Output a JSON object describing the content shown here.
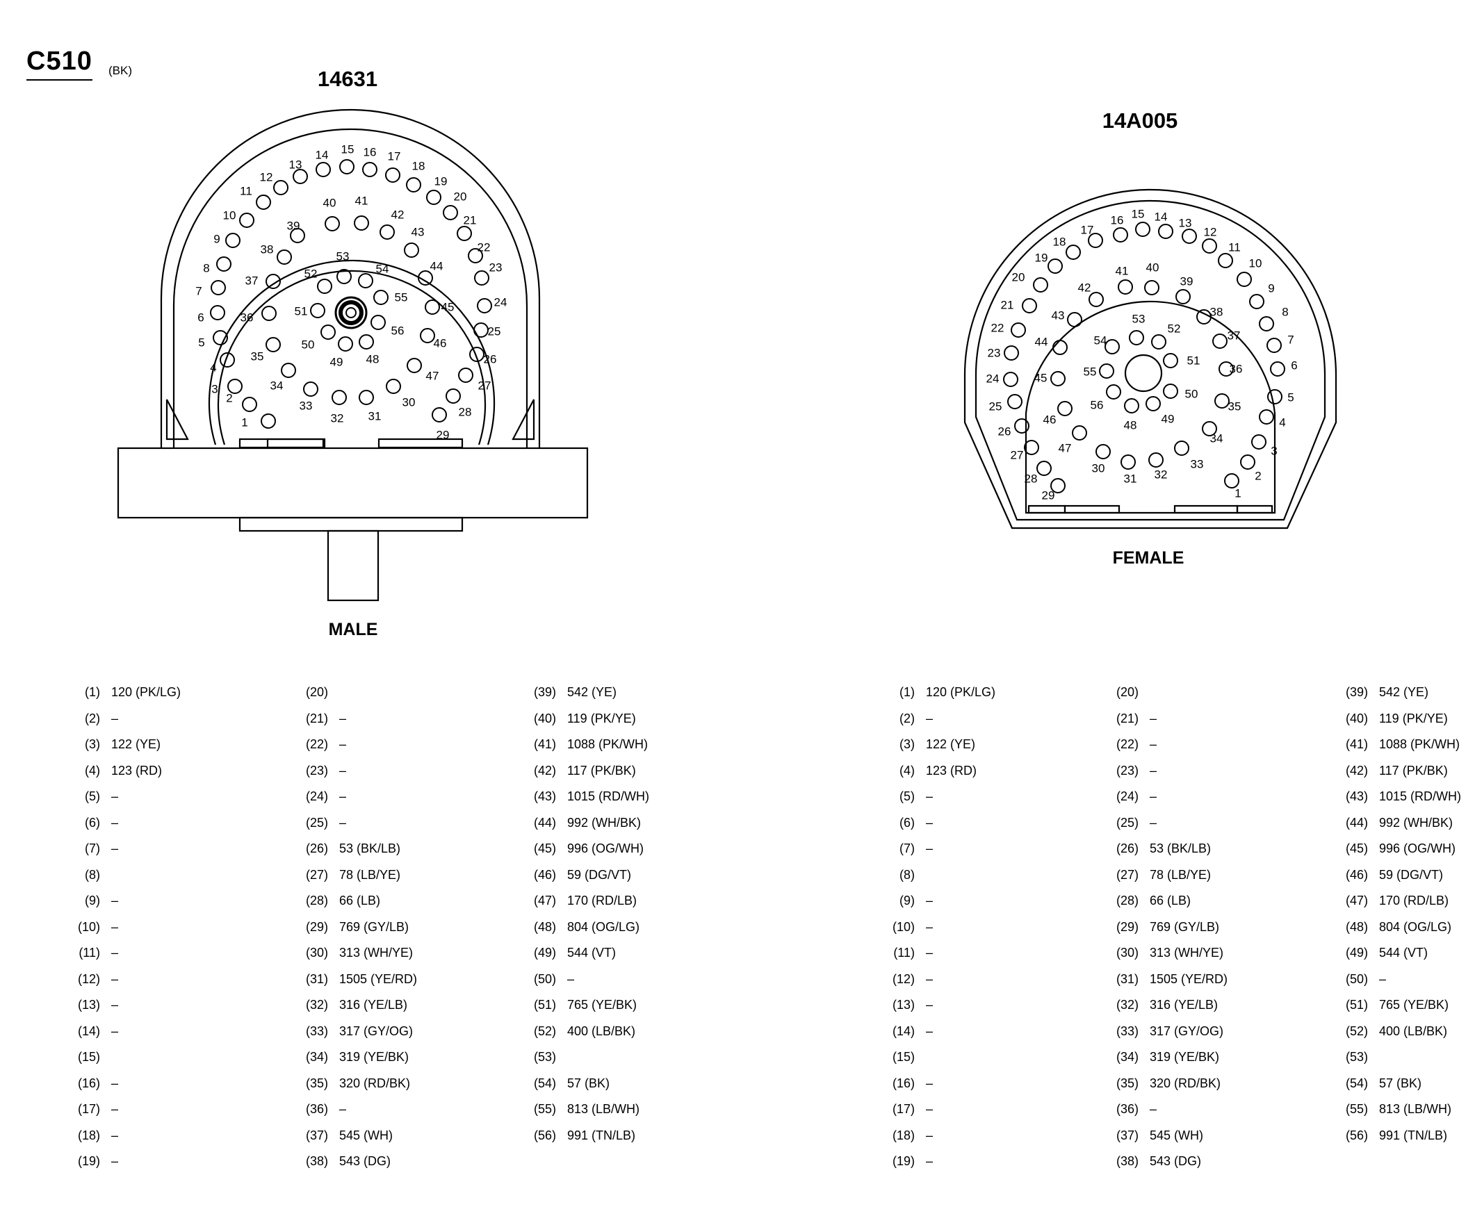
{
  "header": {
    "connector_id": "C510",
    "connector_color": "(BK)"
  },
  "connectors": {
    "male": {
      "part_number": "14631",
      "label": "MALE"
    },
    "female": {
      "part_number": "14A005",
      "label": "FEMALE"
    }
  },
  "pin_labels": [
    "1",
    "2",
    "3",
    "4",
    "5",
    "6",
    "7",
    "8",
    "9",
    "10",
    "11",
    "12",
    "13",
    "14",
    "15",
    "16",
    "17",
    "18",
    "19",
    "20",
    "21",
    "22",
    "23",
    "24",
    "25",
    "26",
    "27",
    "28",
    "29",
    "30",
    "31",
    "32",
    "33",
    "34",
    "35",
    "36",
    "37",
    "38",
    "39",
    "40",
    "41",
    "42",
    "43",
    "44",
    "45",
    "46",
    "47",
    "48",
    "49",
    "50",
    "51",
    "52",
    "53",
    "54",
    "55",
    "56"
  ],
  "pinouts": [
    {
      "pin": "(1)",
      "wire": "120 (PK/LG)"
    },
    {
      "pin": "(2)",
      "wire": "–"
    },
    {
      "pin": "(3)",
      "wire": "122 (YE)"
    },
    {
      "pin": "(4)",
      "wire": "123 (RD)"
    },
    {
      "pin": "(5)",
      "wire": "–"
    },
    {
      "pin": "(6)",
      "wire": "–"
    },
    {
      "pin": "(7)",
      "wire": "–"
    },
    {
      "pin": "(8)",
      "wire": ""
    },
    {
      "pin": "(9)",
      "wire": "–"
    },
    {
      "pin": "(10)",
      "wire": "–"
    },
    {
      "pin": "(11)",
      "wire": "–"
    },
    {
      "pin": "(12)",
      "wire": "–"
    },
    {
      "pin": "(13)",
      "wire": "–"
    },
    {
      "pin": "(14)",
      "wire": "–"
    },
    {
      "pin": "(15)",
      "wire": ""
    },
    {
      "pin": "(16)",
      "wire": "–"
    },
    {
      "pin": "(17)",
      "wire": "–"
    },
    {
      "pin": "(18)",
      "wire": "–"
    },
    {
      "pin": "(19)",
      "wire": "–"
    },
    {
      "pin": "(20)",
      "wire": ""
    },
    {
      "pin": "(21)",
      "wire": "–"
    },
    {
      "pin": "(22)",
      "wire": "–"
    },
    {
      "pin": "(23)",
      "wire": "–"
    },
    {
      "pin": "(24)",
      "wire": "–"
    },
    {
      "pin": "(25)",
      "wire": "–"
    },
    {
      "pin": "(26)",
      "wire": "53 (BK/LB)"
    },
    {
      "pin": "(27)",
      "wire": "78 (LB/YE)"
    },
    {
      "pin": "(28)",
      "wire": "66 (LB)"
    },
    {
      "pin": "(29)",
      "wire": "769 (GY/LB)"
    },
    {
      "pin": "(30)",
      "wire": "313 (WH/YE)"
    },
    {
      "pin": "(31)",
      "wire": "1505 (YE/RD)"
    },
    {
      "pin": "(32)",
      "wire": "316 (YE/LB)"
    },
    {
      "pin": "(33)",
      "wire": "317 (GY/OG)"
    },
    {
      "pin": "(34)",
      "wire": "319 (YE/BK)"
    },
    {
      "pin": "(35)",
      "wire": "320 (RD/BK)"
    },
    {
      "pin": "(36)",
      "wire": "–"
    },
    {
      "pin": "(37)",
      "wire": "545 (WH)"
    },
    {
      "pin": "(38)",
      "wire": "543 (DG)"
    },
    {
      "pin": "(39)",
      "wire": "542 (YE)"
    },
    {
      "pin": "(40)",
      "wire": "119 (PK/YE)"
    },
    {
      "pin": "(41)",
      "wire": "1088 (PK/WH)"
    },
    {
      "pin": "(42)",
      "wire": "117 (PK/BK)"
    },
    {
      "pin": "(43)",
      "wire": "1015 (RD/WH)"
    },
    {
      "pin": "(44)",
      "wire": "992 (WH/BK)"
    },
    {
      "pin": "(45)",
      "wire": "996 (OG/WH)"
    },
    {
      "pin": "(46)",
      "wire": "59 (DG/VT)"
    },
    {
      "pin": "(47)",
      "wire": "170 (RD/LB)"
    },
    {
      "pin": "(48)",
      "wire": "804 (OG/LG)"
    },
    {
      "pin": "(49)",
      "wire": "544 (VT)"
    },
    {
      "pin": "(50)",
      "wire": "–"
    },
    {
      "pin": "(51)",
      "wire": "765 (YE/BK)"
    },
    {
      "pin": "(52)",
      "wire": "400 (LB/BK)"
    },
    {
      "pin": "(53)",
      "wire": ""
    },
    {
      "pin": "(54)",
      "wire": "57 (BK)"
    },
    {
      "pin": "(55)",
      "wire": "813 (LB/WH)"
    },
    {
      "pin": "(56)",
      "wire": "991 (TN/LB)"
    }
  ]
}
